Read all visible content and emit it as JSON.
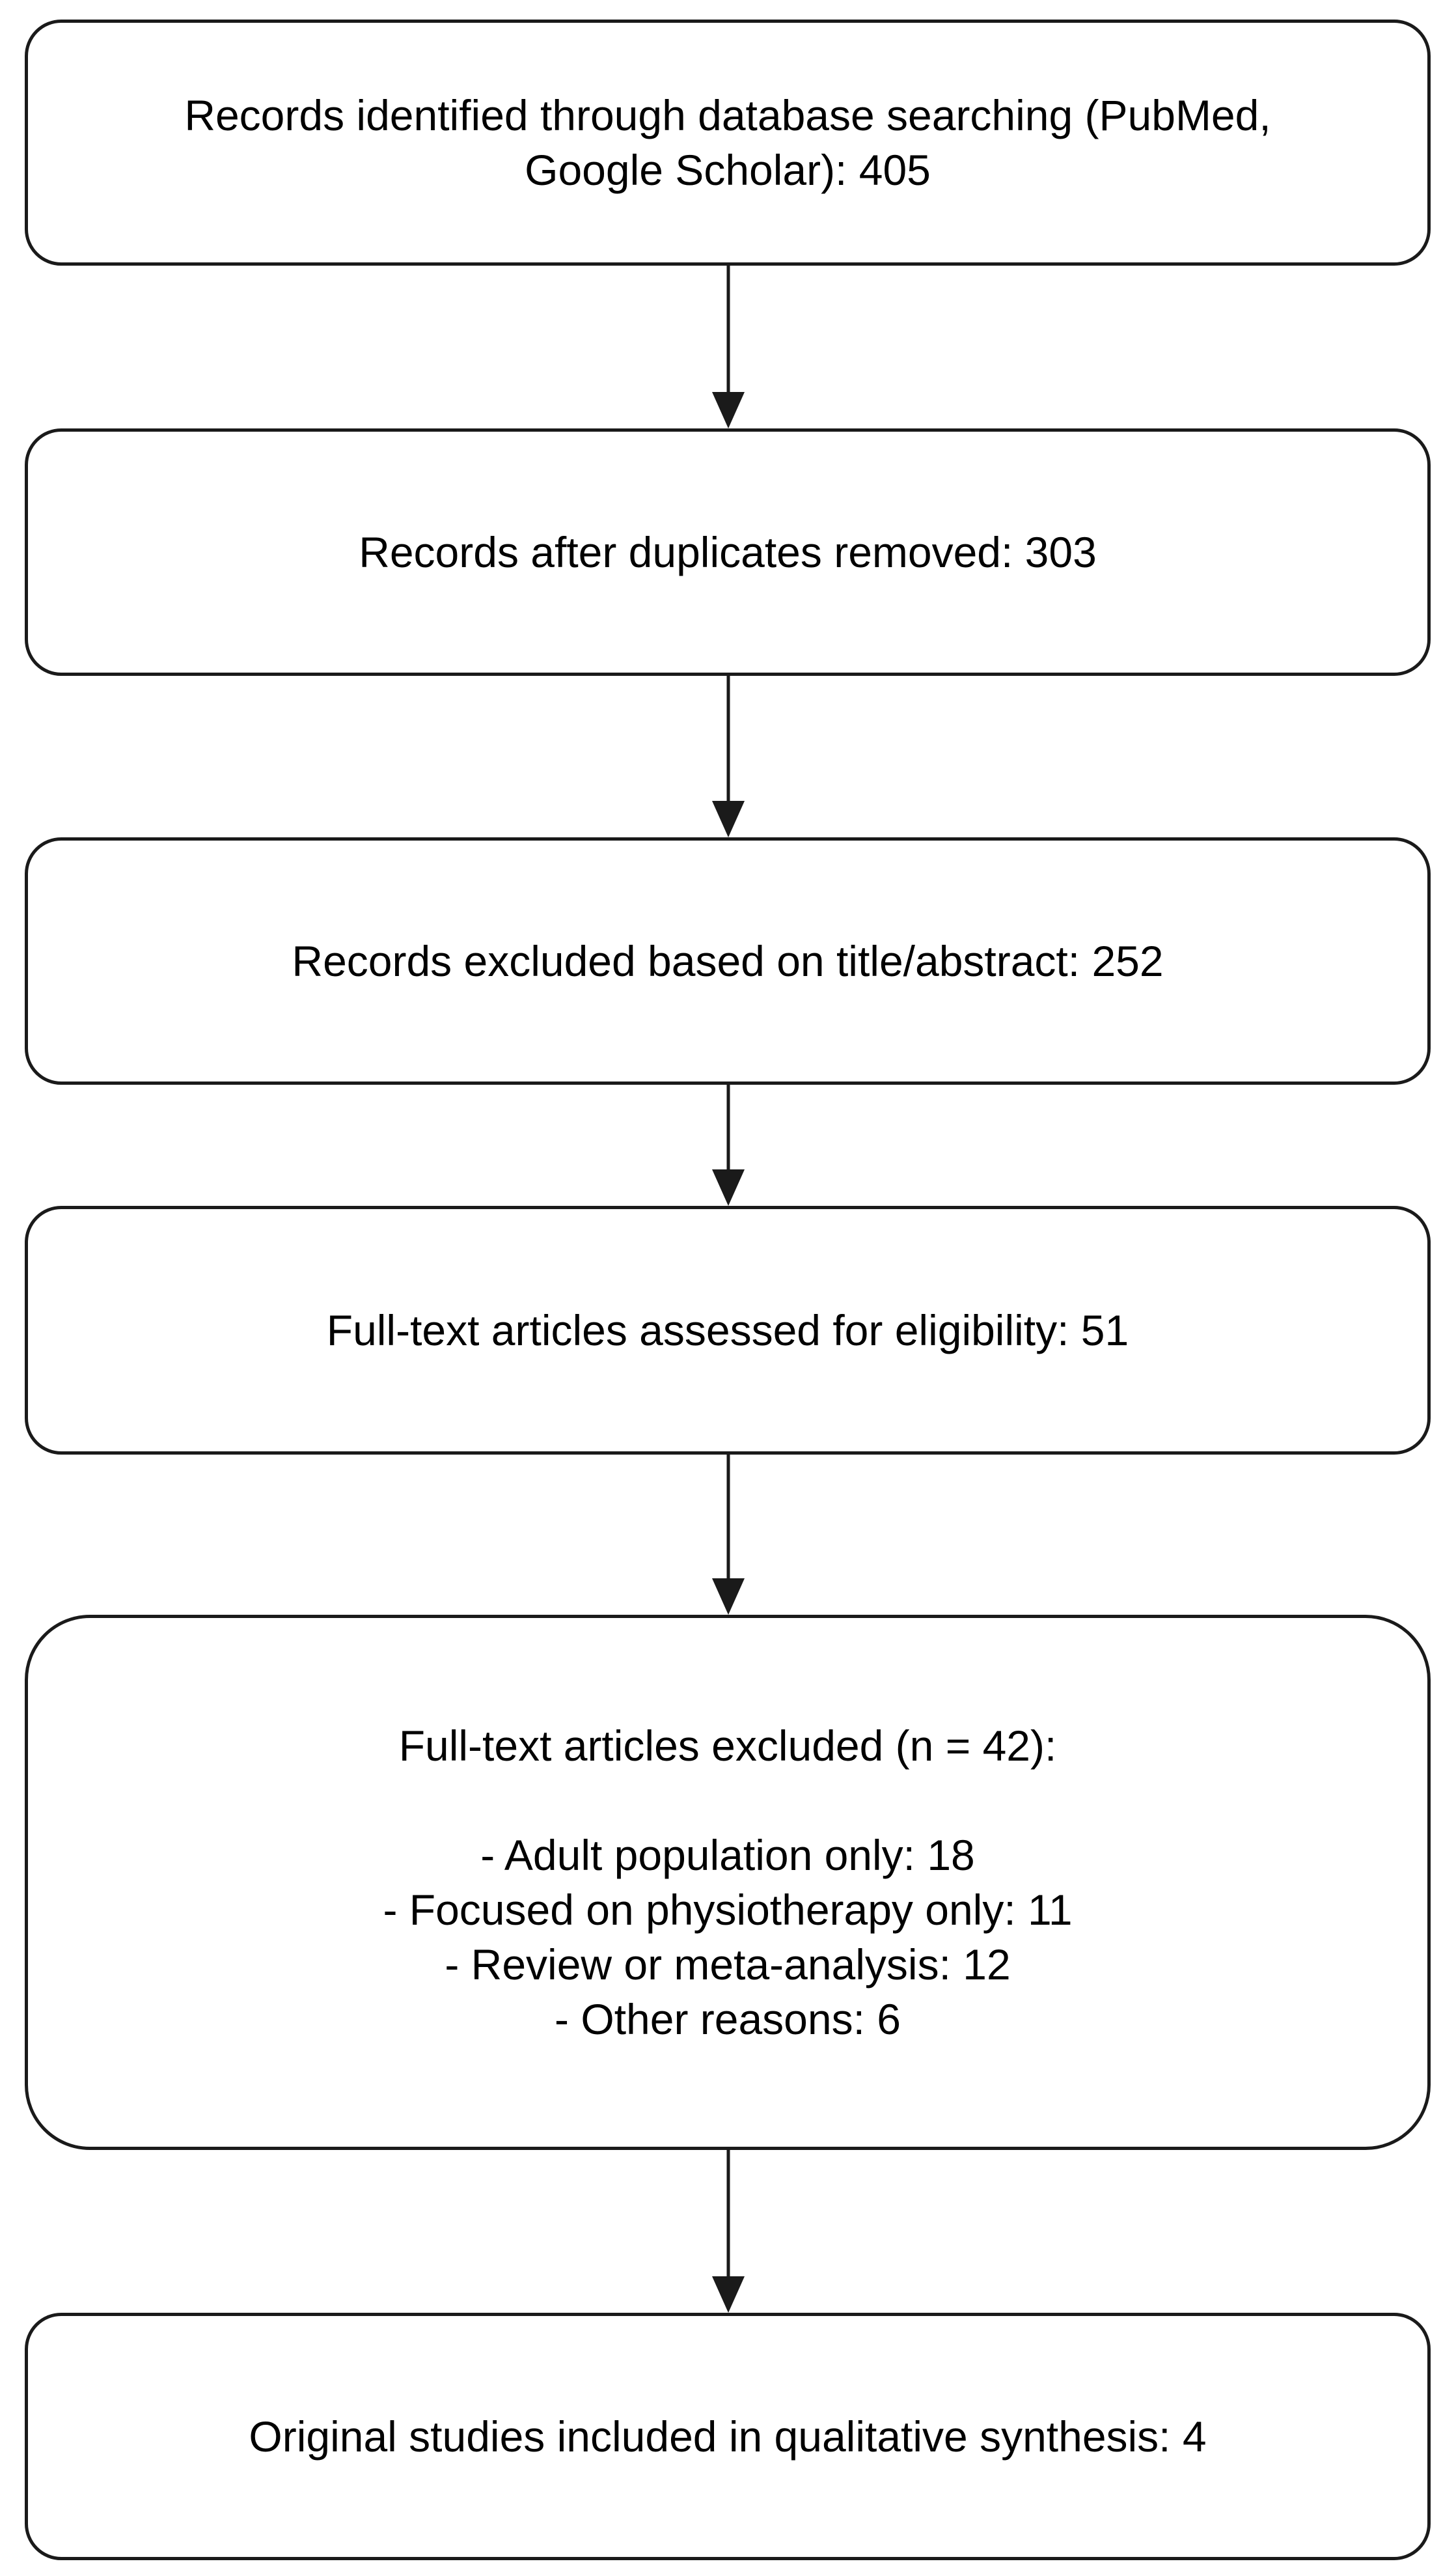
{
  "flowchart": {
    "boxes": [
      {
        "lines": [
          "Records identified through database searching (PubMed,",
          "Google Scholar): 405"
        ]
      },
      {
        "lines": [
          "Records after duplicates removed: 303"
        ]
      },
      {
        "lines": [
          "Records excluded based on title/abstract: 252"
        ]
      },
      {
        "lines": [
          "Full-text articles assessed for eligibility: 51"
        ]
      },
      {
        "heading": "Full-text articles excluded (n = 42):",
        "items": [
          "- Adult population only: 18",
          "- Focused on physiotherapy only: 11",
          "- Review or meta-analysis: 12",
          "- Other reasons: 6"
        ]
      },
      {
        "lines": [
          "Original studies included in qualitative synthesis: 4"
        ]
      }
    ],
    "colors": {
      "border": "#1a1a1a",
      "arrow": "#1a1a1a",
      "background": "#ffffff",
      "text": "#000000"
    }
  }
}
